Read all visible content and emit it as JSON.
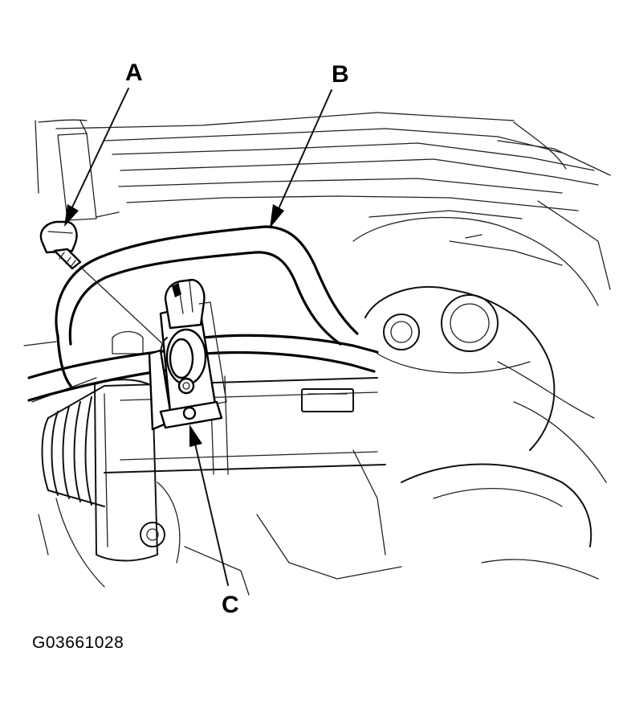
{
  "callouts": {
    "a": "A",
    "b": "B",
    "c": "C"
  },
  "figure_id": "G03661028",
  "colors": {
    "line": "#000000",
    "background": "#ffffff"
  }
}
